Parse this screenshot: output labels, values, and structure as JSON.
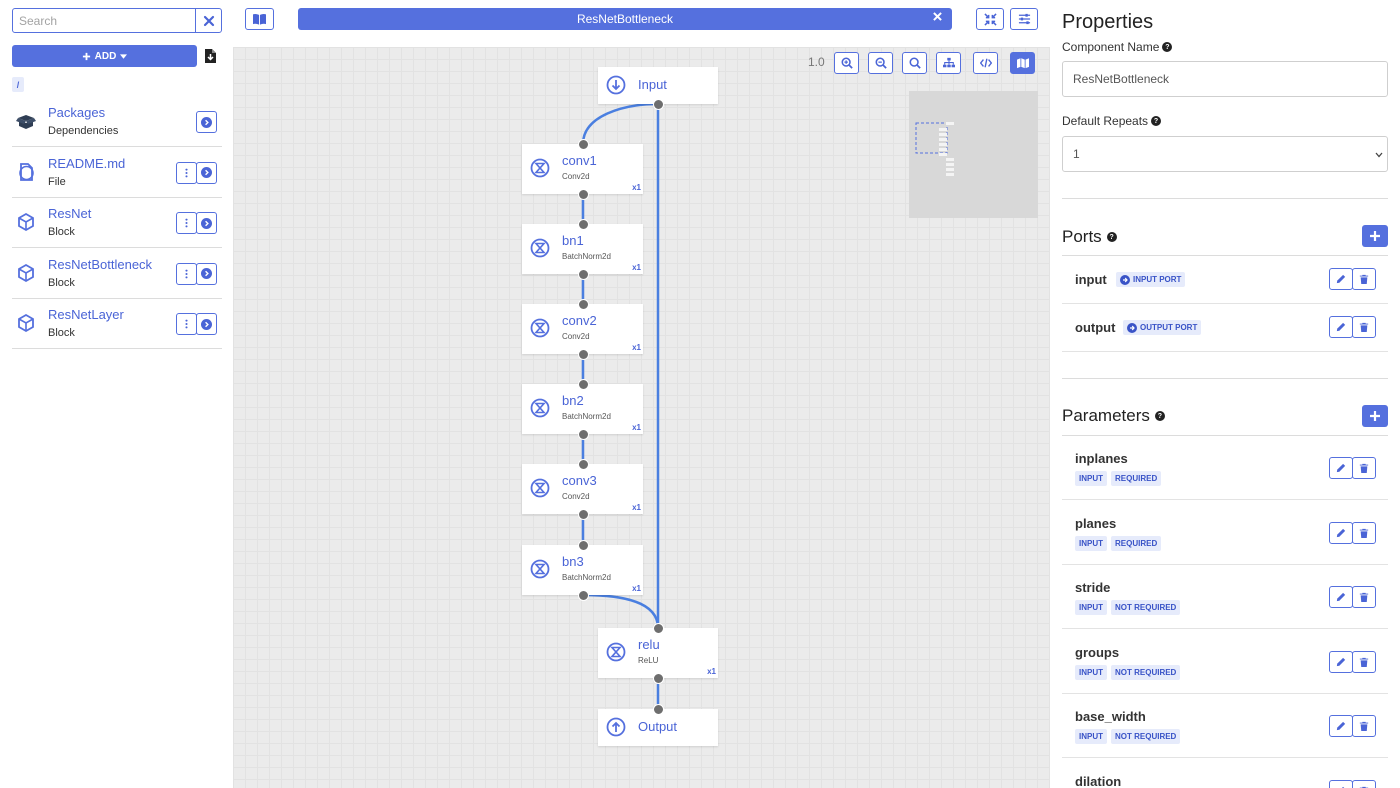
{
  "sidebar": {
    "search_placeholder": "Search",
    "add_label": "ADD",
    "breadcrumb": "/",
    "items": [
      {
        "name": "Packages",
        "sub": "Dependencies",
        "icon": "box-open-icon",
        "has_menu": false
      },
      {
        "name": "README.md",
        "sub": "File",
        "icon": "file-icon",
        "has_menu": true
      },
      {
        "name": "ResNet",
        "sub": "Block",
        "icon": "cube-icon",
        "has_menu": true
      },
      {
        "name": "ResNetBottleneck",
        "sub": "Block",
        "icon": "cube-icon",
        "has_menu": true
      },
      {
        "name": "ResNetLayer",
        "sub": "Block",
        "icon": "cube-icon",
        "has_menu": true
      }
    ]
  },
  "editor": {
    "tab_title": "ResNetBottleneck",
    "zoom_level": "1.0"
  },
  "graph": {
    "nodes": [
      {
        "id": "input",
        "title": "Input",
        "kind": "input"
      },
      {
        "id": "conv1",
        "title": "conv1",
        "type": "Conv2d",
        "repeat": "x1"
      },
      {
        "id": "bn1",
        "title": "bn1",
        "type": "BatchNorm2d",
        "repeat": "x1"
      },
      {
        "id": "conv2",
        "title": "conv2",
        "type": "Conv2d",
        "repeat": "x1"
      },
      {
        "id": "bn2",
        "title": "bn2",
        "type": "BatchNorm2d",
        "repeat": "x1"
      },
      {
        "id": "conv3",
        "title": "conv3",
        "type": "Conv2d",
        "repeat": "x1"
      },
      {
        "id": "bn3",
        "title": "bn3",
        "type": "BatchNorm2d",
        "repeat": "x1"
      },
      {
        "id": "relu",
        "title": "relu",
        "type": "ReLU",
        "repeat": "x1"
      },
      {
        "id": "output",
        "title": "Output",
        "kind": "output"
      }
    ],
    "edges": [
      [
        "input",
        "conv1"
      ],
      [
        "conv1",
        "bn1"
      ],
      [
        "bn1",
        "conv2"
      ],
      [
        "conv2",
        "bn2"
      ],
      [
        "bn2",
        "conv3"
      ],
      [
        "conv3",
        "bn3"
      ],
      [
        "bn3",
        "relu"
      ],
      [
        "input",
        "relu"
      ],
      [
        "relu",
        "output"
      ]
    ]
  },
  "properties": {
    "title": "Properties",
    "component_name_label": "Component Name",
    "component_name_value": "ResNetBottleneck",
    "default_repeats_label": "Default Repeats",
    "default_repeats_value": "1",
    "ports_title": "Ports",
    "ports": [
      {
        "name": "input",
        "badge": "INPUT PORT",
        "dir": "in"
      },
      {
        "name": "output",
        "badge": "OUTPUT PORT",
        "dir": "out"
      }
    ],
    "parameters_title": "Parameters",
    "parameters": [
      {
        "name": "inplanes",
        "badges": [
          "INPUT",
          "REQUIRED"
        ]
      },
      {
        "name": "planes",
        "badges": [
          "INPUT",
          "REQUIRED"
        ]
      },
      {
        "name": "stride",
        "badges": [
          "INPUT",
          "NOT REQUIRED"
        ]
      },
      {
        "name": "groups",
        "badges": [
          "INPUT",
          "NOT REQUIRED"
        ]
      },
      {
        "name": "base_width",
        "badges": [
          "INPUT",
          "NOT REQUIRED"
        ]
      },
      {
        "name": "dilation",
        "badges": []
      }
    ]
  },
  "colors": {
    "accent": "#5570de",
    "edge": "#4a7fe0",
    "port": "#6e6e6e"
  }
}
